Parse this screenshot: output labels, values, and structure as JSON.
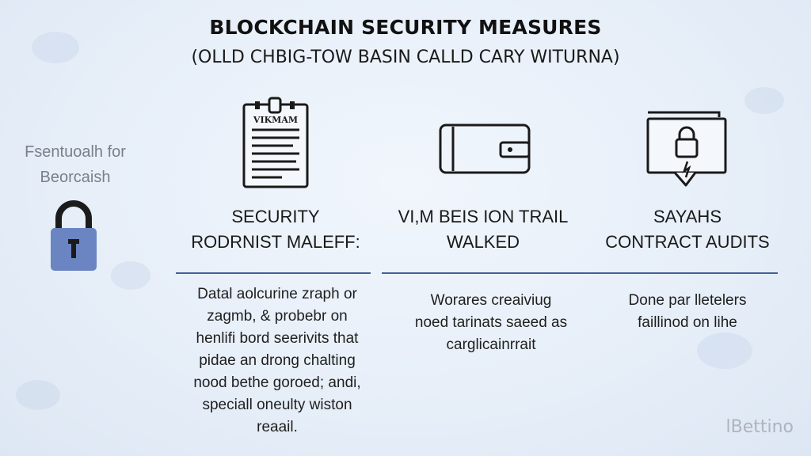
{
  "header": {
    "title": "BLOCKCHAIN SECURITY MEASURES",
    "subtitle": "(OLLD CHBIG-TOW BASIN CALLD CARY WITURNA)"
  },
  "sidebar": {
    "label_line1": "Fsentuoalh for",
    "label_line2": "Beorcaish",
    "icon": "padlock-icon",
    "accent": "#6b85c3"
  },
  "columns": [
    {
      "icon": "document-icon",
      "icon_text": "VIKMAM",
      "title_line1": "SECURITY",
      "title_line2": "RODRNIST MALEFF:",
      "body": [
        "Datal aolcurine zraph or",
        "zagmb, & probebr on",
        "henlifi bord seerivits that",
        "pidae an drong chalting",
        "nood bethe goroed; andi,",
        "speciall oneulty wiston",
        "reaail."
      ]
    },
    {
      "icon": "wallet-icon",
      "title_line1": "VI,M BEIS ION TRAIL",
      "title_line2": "WALKED",
      "body": [
        "Worares creaiviug",
        "noed tarinats saeed as",
        "carglicainrrait"
      ]
    },
    {
      "icon": "locked-screen-icon",
      "title_line1": "SAYAHS",
      "title_line2": "CONTRACT AUDITS",
      "body": [
        "Done par lletelers",
        "faillinod on lihe"
      ]
    }
  ],
  "watermark": "lBettino",
  "colors": {
    "divider": "#44609a",
    "icon_stroke": "#1a1a1a"
  }
}
